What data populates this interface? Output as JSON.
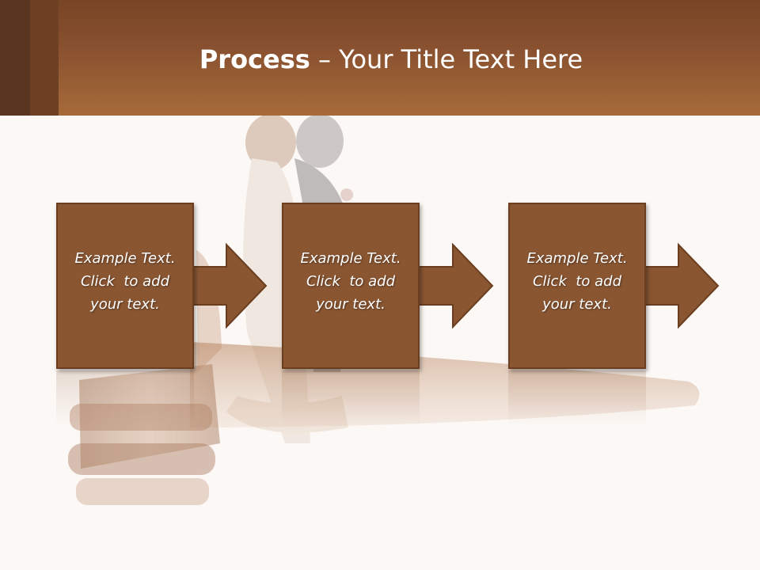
{
  "slide": {
    "title_bold": "Process",
    "title_rest": " – Your Title Text Here"
  },
  "steps": [
    {
      "line1": "Example Text.",
      "line2": "Click  to add",
      "line3": "your text."
    },
    {
      "line1": "Example Text.",
      "line2": "Click  to add",
      "line3": "your text."
    },
    {
      "line1": "Example Text.",
      "line2": "Click  to add",
      "line3": "your text."
    }
  ],
  "colors": {
    "header": "#8a5230",
    "box": "#8a5632",
    "box_border": "#6a3e1f",
    "background": "#fcf8f5"
  }
}
